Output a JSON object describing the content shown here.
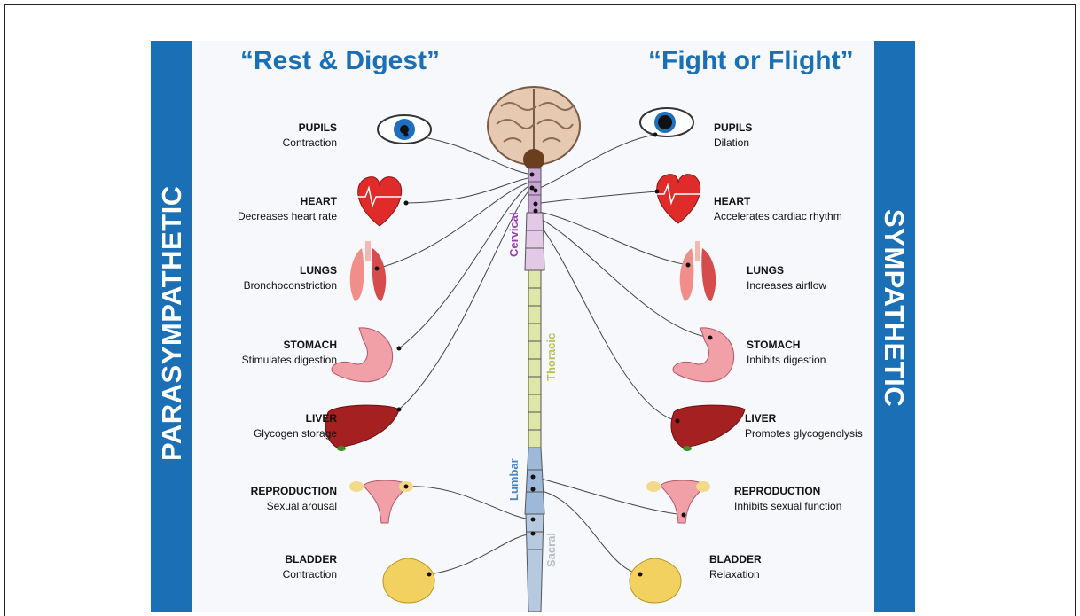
{
  "left_band": "PARASYMPATHETIC",
  "right_band": "SYMPATHETIC",
  "left_heading": "“Rest & Digest”",
  "right_heading": "“Fight or Flight”",
  "spine_segments": {
    "cervical": "Cervical",
    "thoracic": "Thoracic",
    "lumbar": "Lumbar",
    "sacral": "Sacral"
  },
  "parasympathetic": [
    {
      "title": "PUPILS",
      "effect": "Contraction"
    },
    {
      "title": "HEART",
      "effect": "Decreases heart rate"
    },
    {
      "title": "LUNGS",
      "effect": "Bronchoconstriction"
    },
    {
      "title": "STOMACH",
      "effect": "Stimulates digestion"
    },
    {
      "title": "LIVER",
      "effect": "Glycogen storage"
    },
    {
      "title": "REPRODUCTION",
      "effect": "Sexual arousal"
    },
    {
      "title": "BLADDER",
      "effect": "Contraction"
    }
  ],
  "sympathetic": [
    {
      "title": "PUPILS",
      "effect": "Dilation"
    },
    {
      "title": "HEART",
      "effect": "Accelerates cardiac rhythm"
    },
    {
      "title": "LUNGS",
      "effect": "Increases airflow"
    },
    {
      "title": "STOMACH",
      "effect": "Inhibits digestion"
    },
    {
      "title": "LIVER",
      "effect": "Promotes glycogenolysis"
    },
    {
      "title": "REPRODUCTION",
      "effect": "Inhibits sexual function"
    },
    {
      "title": "BLADDER",
      "effect": "Relaxation"
    }
  ],
  "colors": {
    "band": "#1b6fb5",
    "cervical": "#9b3fb5",
    "thoracic": "#b9c24a",
    "lumbar": "#4a84c4",
    "sacral": "#b8bcc4"
  }
}
